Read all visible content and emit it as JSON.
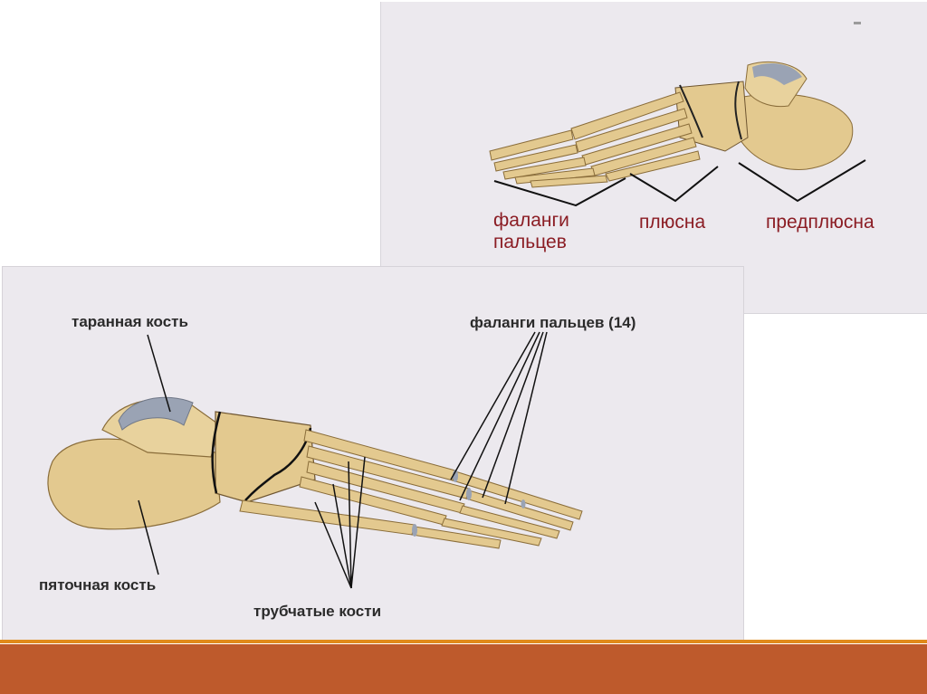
{
  "slide": {
    "colors": {
      "footer": "#be5a2c",
      "footer_line": "#e18a1a",
      "label_red": "#8b1d24",
      "label_dark": "#2b2b2b",
      "bone": "#e3c98f",
      "cartilage": "#9aa3b4"
    }
  },
  "top_diagram": {
    "labels": {
      "phalanges": "фаланги\nпальцев",
      "metatarsus": "плюсна",
      "tarsus": "предплюсна"
    }
  },
  "bottom_diagram": {
    "labels": {
      "talus": "таранная кость",
      "phalanges": "фаланги пальцев (14)",
      "calcaneus": "пяточная кость",
      "tubular": "трубчатые кости"
    }
  }
}
